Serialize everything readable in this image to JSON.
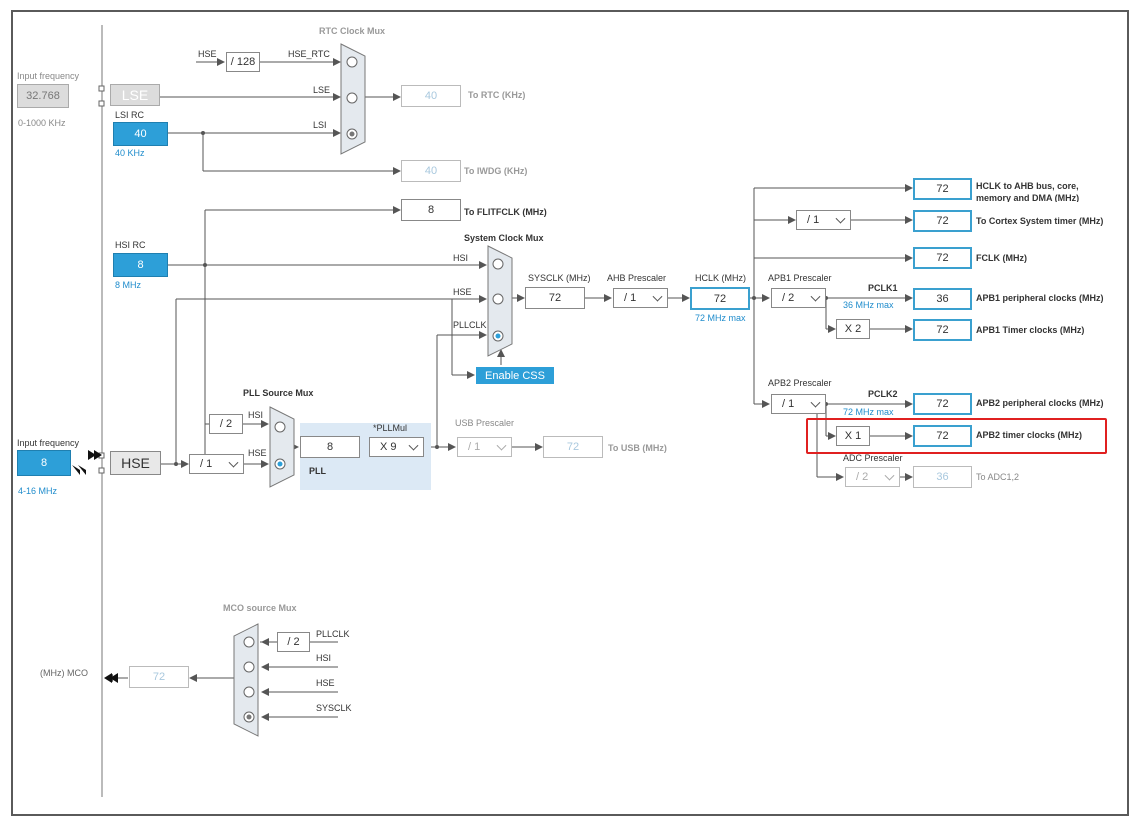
{
  "rtc_mux": {
    "title": "RTC Clock Mux",
    "hse_label": "HSE",
    "div": "/ 128",
    "hse_rtc": "HSE_RTC",
    "lse": "LSE",
    "lsi": "LSI",
    "out_rtc": "40",
    "to_rtc": "To RTC (KHz)",
    "out_iwdg": "40",
    "to_iwdg": "To IWDG (KHz)"
  },
  "lse": {
    "input_label": "Input frequency",
    "value": "32.768",
    "range": "0-1000 KHz",
    "name": "LSE"
  },
  "lsi": {
    "name": "LSI RC",
    "value": "40",
    "freq": "40 KHz"
  },
  "hsi": {
    "name": "HSI RC",
    "value": "8",
    "freq": "8 MHz"
  },
  "hse": {
    "input_label": "Input frequency",
    "value": "8",
    "range": "4-16 MHz",
    "name": "HSE",
    "div": "/ 1"
  },
  "flit": {
    "value": "8",
    "label": "To FLITFCLK (MHz)"
  },
  "sysmux": {
    "title": "System Clock Mux",
    "hsi": "HSI",
    "hse": "HSE",
    "pllclk": "PLLCLK",
    "enable_css": "Enable CSS"
  },
  "sysclk": {
    "label": "SYSCLK (MHz)",
    "value": "72"
  },
  "ahb": {
    "label": "AHB Prescaler",
    "value": "/ 1"
  },
  "hclk": {
    "label": "HCLK (MHz)",
    "value": "72",
    "max": "72 MHz max"
  },
  "pll_src": {
    "title": "PLL Source Mux",
    "div2": "/ 2",
    "hsi": "HSI",
    "hse": "HSE"
  },
  "pll": {
    "label": "PLL",
    "value": "8",
    "mul_label": "*PLLMul",
    "mul": "X 9"
  },
  "usb": {
    "label": "USB Prescaler",
    "value": "/ 1",
    "out": "72",
    "to_usb": "To USB (MHz)"
  },
  "outputs": {
    "hclk_ahb": {
      "value": "72",
      "label": "HCLK to AHB bus, core, memory and DMA (MHz)"
    },
    "cortex": {
      "div": "/ 1",
      "value": "72",
      "label": "To Cortex System timer (MHz)"
    },
    "fclk": {
      "value": "72",
      "label": "FCLK (MHz)"
    }
  },
  "apb1": {
    "label": "APB1 Prescaler",
    "value": "/ 2",
    "pclk": "PCLK1",
    "max": "36 MHz max",
    "periph": "36",
    "periph_label": "APB1 peripheral clocks (MHz)",
    "mul": "X 2",
    "timer": "72",
    "timer_label": "APB1 Timer clocks (MHz)"
  },
  "apb2": {
    "label": "APB2 Prescaler",
    "value": "/ 1",
    "pclk": "PCLK2",
    "max": "72 MHz max",
    "periph": "72",
    "periph_label": "APB2 peripheral clocks (MHz)",
    "mul": "X 1",
    "timer": "72",
    "timer_label": "APB2 timer clocks (MHz)"
  },
  "adc": {
    "label": "ADC Prescaler",
    "value": "/ 2",
    "out": "36",
    "to_adc": "To ADC1,2"
  },
  "mco": {
    "title": "MCO source Mux",
    "div2": "/ 2",
    "pllclk": "PLLCLK",
    "hsi": "HSI",
    "hse": "HSE",
    "sysclk": "SYSCLK",
    "out_label": "(MHz) MCO",
    "value": "72"
  },
  "colors": {
    "accent": "#2d9fd8",
    "highlight": "#e02020",
    "pll_bg": "#dce9f5"
  }
}
